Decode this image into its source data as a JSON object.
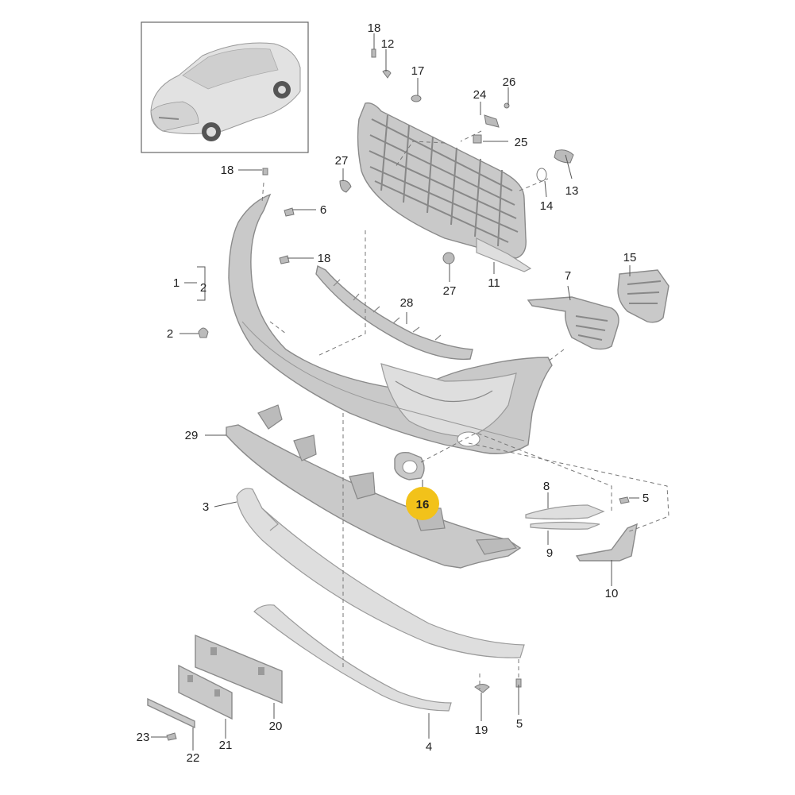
{
  "diagram": {
    "highlight_color": "#f2c21a",
    "highlighted_part": "16",
    "parts": {
      "p1": "1",
      "p2a": "2",
      "p2b": "2",
      "p3": "3",
      "p4": "4",
      "p5a": "5",
      "p5b": "5",
      "p6": "6",
      "p7": "7",
      "p8": "8",
      "p9": "9",
      "p10": "10",
      "p11": "11",
      "p12": "12",
      "p13": "13",
      "p14": "14",
      "p15": "15",
      "p16": "16",
      "p17": "17",
      "p18a": "18",
      "p18b": "18",
      "p18c": "18",
      "p19": "19",
      "p20": "20",
      "p21": "21",
      "p22": "22",
      "p23": "23",
      "p24": "24",
      "p25": "25",
      "p26": "26",
      "p27a": "27",
      "p27b": "27",
      "p28": "28",
      "p29": "29"
    }
  }
}
